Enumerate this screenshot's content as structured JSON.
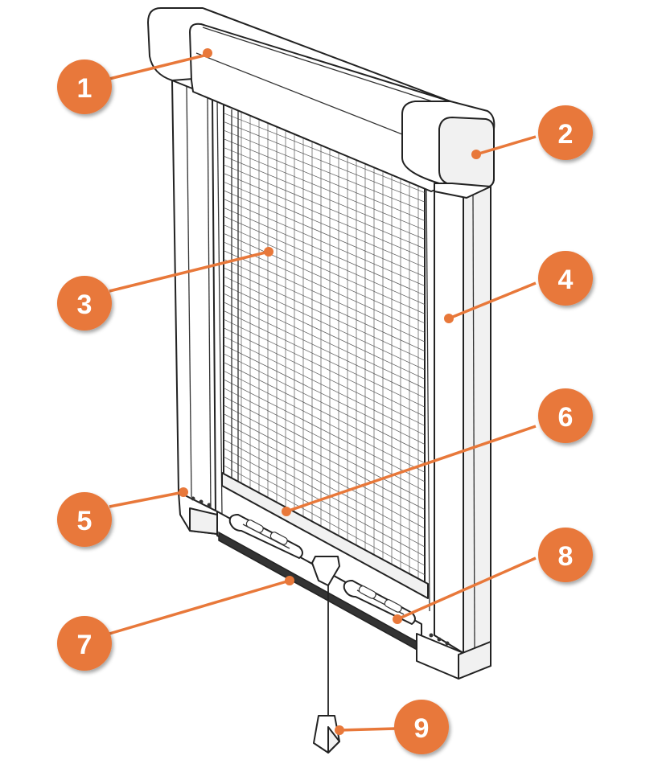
{
  "diagram": {
    "accent_color": "#E8783A",
    "callouts": [
      {
        "number": "1"
      },
      {
        "number": "2"
      },
      {
        "number": "3"
      },
      {
        "number": "4"
      },
      {
        "number": "5"
      },
      {
        "number": "6"
      },
      {
        "number": "7"
      },
      {
        "number": "8"
      },
      {
        "number": "9"
      }
    ]
  }
}
